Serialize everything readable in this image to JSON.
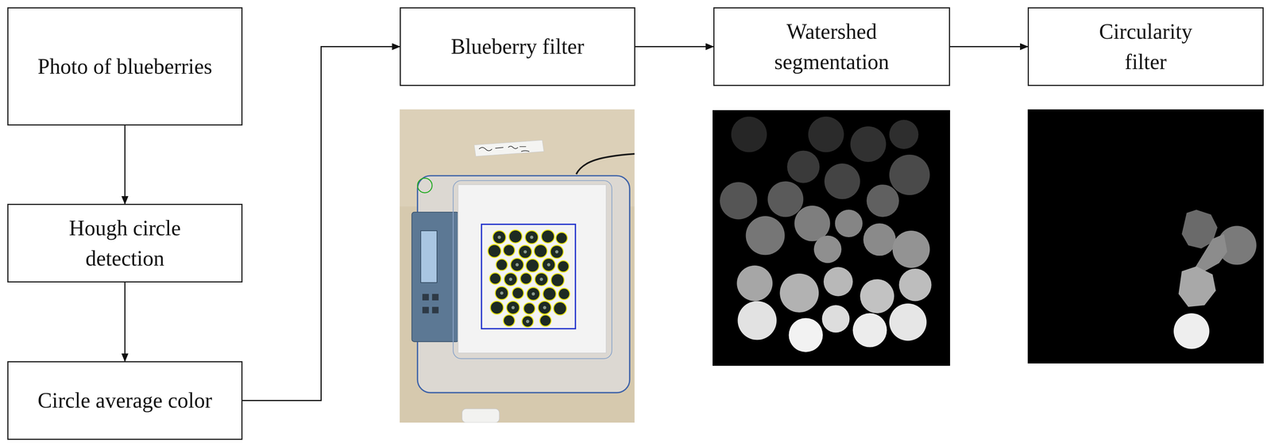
{
  "diagram": {
    "nodes": [
      {
        "text": [
          "Photo of blueberries"
        ]
      },
      {
        "text": [
          "Hough circle detection"
        ]
      },
      {
        "text": [
          "Circle average color"
        ]
      },
      {
        "text": [
          "Blueberry filter"
        ]
      },
      {
        "text": [
          "Watershed segmentation"
        ]
      },
      {
        "text": [
          "Circularity filter"
        ]
      }
    ],
    "edges": [
      {
        "from": 0,
        "to": 1,
        "arrow": "to"
      },
      {
        "from": 1,
        "to": 2,
        "arrow": "to"
      },
      {
        "from": 2,
        "to": 3,
        "arrow": "to"
      },
      {
        "from": 3,
        "to": 4,
        "arrow": "to"
      },
      {
        "from": 4,
        "to": 5,
        "arrow": "to"
      }
    ]
  }
}
